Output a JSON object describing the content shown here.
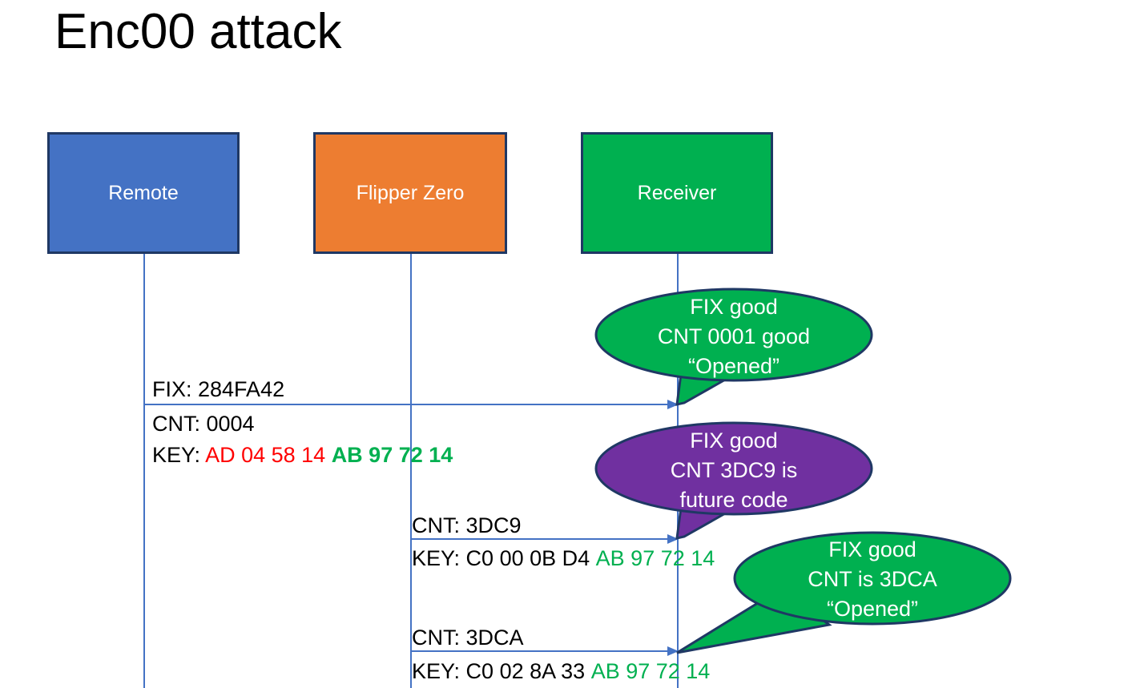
{
  "slide": {
    "title": "Enc00 attack",
    "background": "#FFFFFF"
  },
  "colors": {
    "remote_blue": "#4472C4",
    "flipper_orange": "#ED7D31",
    "receiver_green": "#00B050",
    "callout_purple": "#7030A0",
    "box_border": "#1F3864",
    "lifeline": "#4472C4",
    "key_red": "#FF0000",
    "key_green": "#00B050",
    "text_black": "#000000"
  },
  "actors": [
    {
      "id": "remote",
      "label": "Remote",
      "color": "#4472C4"
    },
    {
      "id": "flipper",
      "label": "Flipper Zero",
      "color": "#ED7D31"
    },
    {
      "id": "receiver",
      "label": "Receiver",
      "color": "#00B050"
    }
  ],
  "messages": [
    {
      "id": "msg-1",
      "from": "remote",
      "to": "receiver",
      "line_1": "FIX: 284FA42",
      "line_2": "CNT: 0004",
      "key_prefix": "KEY: ",
      "key_red": "AD 04 58 14",
      "key_green": "AB 97 72 14"
    },
    {
      "id": "msg-2",
      "from": "flipper",
      "to": "receiver",
      "line_1": "CNT: 3DC9",
      "key_prefix": "KEY: ",
      "key_black": "C0 00 0B D4",
      "key_green": "AB 97 72 14"
    },
    {
      "id": "msg-3",
      "from": "flipper",
      "to": "receiver",
      "line_1": "CNT: 3DCA",
      "key_prefix": "KEY: ",
      "key_black": "C0 02 8A 33",
      "key_green": "AB 97 72 14"
    }
  ],
  "callouts": [
    {
      "id": "callout-1",
      "color": "#00B050",
      "line_1": "FIX good",
      "line_2": "CNT 0001 good",
      "line_3": "“Opened”"
    },
    {
      "id": "callout-2",
      "color": "#7030A0",
      "line_1": "FIX good",
      "line_2": "CNT 3DC9 is",
      "line_3": "future code"
    },
    {
      "id": "callout-3",
      "color": "#00B050",
      "line_1": "FIX good",
      "line_2": "CNT is 3DCA",
      "line_3": "“Opened”"
    }
  ]
}
